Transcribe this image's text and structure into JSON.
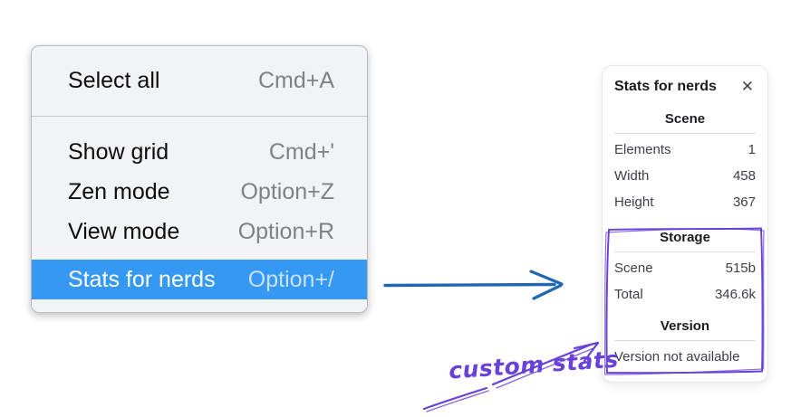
{
  "context_menu": {
    "items": [
      {
        "label": "Select all",
        "shortcut": "Cmd+A",
        "selected": false
      },
      {
        "label": "Show grid",
        "shortcut": "Cmd+'",
        "selected": false
      },
      {
        "label": "Zen mode",
        "shortcut": "Option+Z",
        "selected": false
      },
      {
        "label": "View mode",
        "shortcut": "Option+R",
        "selected": false
      },
      {
        "label": "Stats for nerds",
        "shortcut": "Option+/",
        "selected": true
      }
    ]
  },
  "stats_panel": {
    "title": "Stats for nerds",
    "close_glyph": "✕",
    "sections": [
      {
        "header": "Scene",
        "rows": [
          {
            "label": "Elements",
            "value": "1"
          },
          {
            "label": "Width",
            "value": "458"
          },
          {
            "label": "Height",
            "value": "367"
          }
        ]
      },
      {
        "header": "Storage",
        "rows": [
          {
            "label": "Scene",
            "value": "515b"
          },
          {
            "label": "Total",
            "value": "346.6k"
          }
        ]
      },
      {
        "header": "Version",
        "note": "Version not available"
      }
    ]
  },
  "annotation": {
    "label": "custom stats"
  },
  "colors": {
    "menu_highlight": "#3598f2",
    "flow_arrow": "#2166b0",
    "annotation_purple": "#6741d9"
  }
}
